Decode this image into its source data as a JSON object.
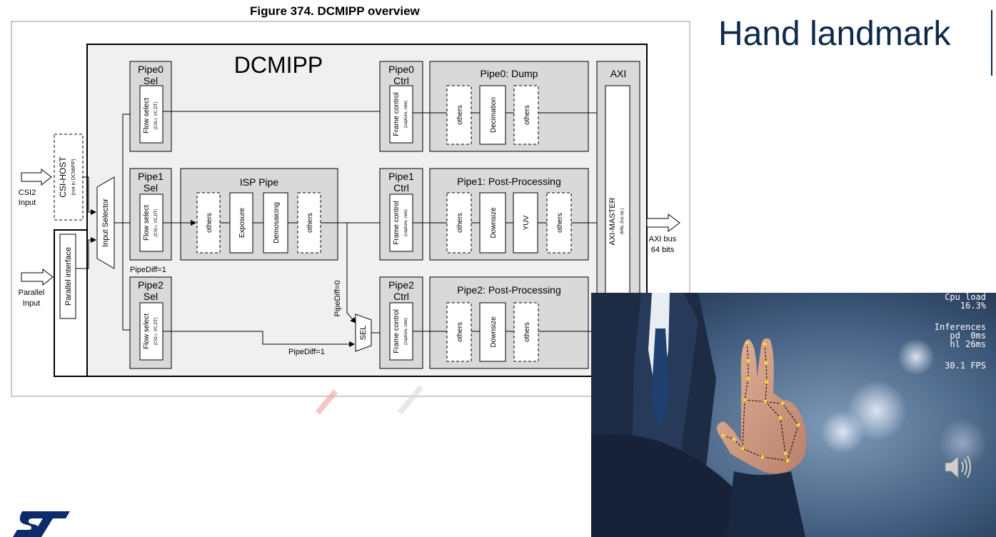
{
  "caption": "Figure 374. DCMIPP overview",
  "slide_title": "Hand landmark",
  "diagram": {
    "title": "DCMIPP",
    "csi_host": "CSI-HOST",
    "csi_host_note": "(not in DCMIPP)",
    "csi2_input_l1": "CSI2",
    "csi2_input_l2": "Input",
    "parallel_interface": "Parallel interface",
    "parallel_input_l1": "Parallel",
    "parallel_input_l2": "Input",
    "input_selector": "Input Selector",
    "pipe0_sel_l1": "Pipe0",
    "pipe0_sel_l2": "Sel",
    "pipe1_sel_l1": "Pipe1",
    "pipe1_sel_l2": "Sel",
    "pipe2_sel_l1": "Pipe2",
    "pipe2_sel_l2": "Sel",
    "flow_select": "Flow select",
    "flow_select_note": "(CSI-/, VC,DT)",
    "isp_pipe": "ISP Pipe",
    "others": "others",
    "exposure": "Exposure",
    "demosaicing": "Demosaicing",
    "pipe0_ctrl_l1": "Pipe0",
    "pipe0_ctrl_l2": "Ctrl",
    "pipe1_ctrl_l1": "Pipe1",
    "pipe1_ctrl_l2": "Ctrl",
    "pipe2_ctrl_l1": "Pipe2",
    "pipe2_ctrl_l2": "Ctrl",
    "frame_control": "Frame control",
    "frame_control_note": "(capture, rate)",
    "pipe0_dump": "Pipe0: Dump",
    "decimation": "Decimation",
    "pipe1_post": "Pipe1: Post-Processing",
    "pipe2_post": "Pipe2: Post-Processing",
    "downsize": "Downsize",
    "yuv": "YUV",
    "axi": "AXI",
    "axi_master": "AXI-MASTER",
    "axi_master_note": "(64b, 2us lat.)",
    "axi_bus_l1": "AXI bus",
    "axi_bus_l2": "64 bits",
    "pipediff_1a": "PipeDiff=1",
    "pipediff_0": "PipeDiff=0",
    "pipediff_1b": "PipeDiff=1",
    "sel": "SEL"
  },
  "hud": {
    "cpu_label": "Cpu load",
    "cpu_value": "16.3%",
    "inf_label": "Inferences",
    "pd": "pd  0ms",
    "hl": "hl 26ms",
    "fps": "30.1 FPS"
  },
  "colors": {
    "title": "#0d2a4a",
    "block_fill": "#d9d9d9",
    "logo": "#0d2a6b",
    "landmark": "#ffd43a"
  }
}
